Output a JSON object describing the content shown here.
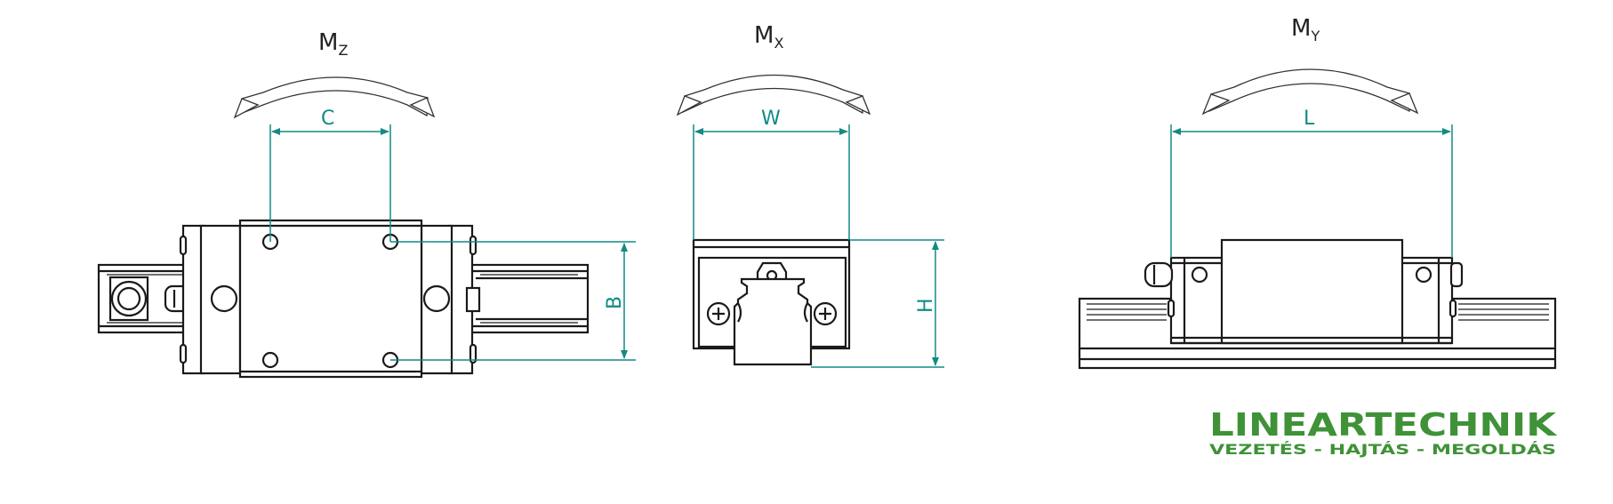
{
  "moments": [
    {
      "id": "mz",
      "main": "M",
      "sub": "Z"
    },
    {
      "id": "mx",
      "main": "M",
      "sub": "X"
    },
    {
      "id": "my",
      "main": "M",
      "sub": "Y"
    }
  ],
  "dimensions": {
    "c": "C",
    "b": "B",
    "w": "W",
    "h": "H",
    "l": "L"
  },
  "brand": {
    "name": "LINEARTECHNIK",
    "tagline": "VEZETÉS - HAJTÁS - MEGOLDÁS",
    "color": "#3f9237"
  },
  "colors": {
    "dimension": "#118a85",
    "ink": "#1a1a1a"
  }
}
